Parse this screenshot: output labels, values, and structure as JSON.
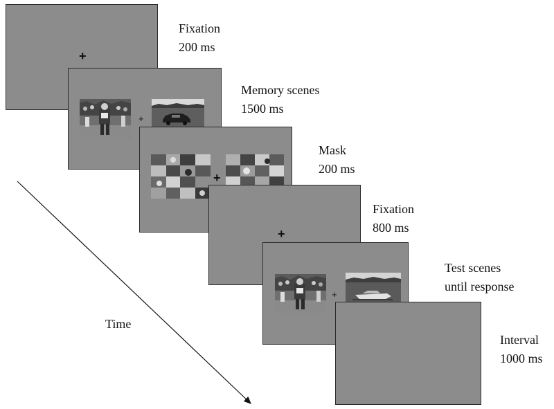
{
  "trial": {
    "fixation1": {
      "title": "Fixation",
      "duration": "200 ms",
      "symbol": "+"
    },
    "memory": {
      "title": "Memory scenes",
      "duration": "1500 ms",
      "symbol": "+"
    },
    "mask": {
      "title": "Mask",
      "duration": "200 ms",
      "symbol": "+"
    },
    "fixation2": {
      "title": "Fixation",
      "duration": "800 ms",
      "symbol": "+"
    },
    "test": {
      "title": "Test scenes",
      "duration": "until response",
      "symbol": "+"
    },
    "interval": {
      "title": "Interval",
      "duration": "1000 ms"
    }
  },
  "time_axis": {
    "label": "Time"
  },
  "colors": {
    "screen": "#8c8c8c",
    "border": "#2b2b2b",
    "text": "#111111"
  },
  "icons": {
    "left_scene": "football-player-scene",
    "right_scene_memory": "car-on-field-scene",
    "right_scene_test": "boat-on-water-scene",
    "mask": "scrambled-mask-pattern"
  }
}
